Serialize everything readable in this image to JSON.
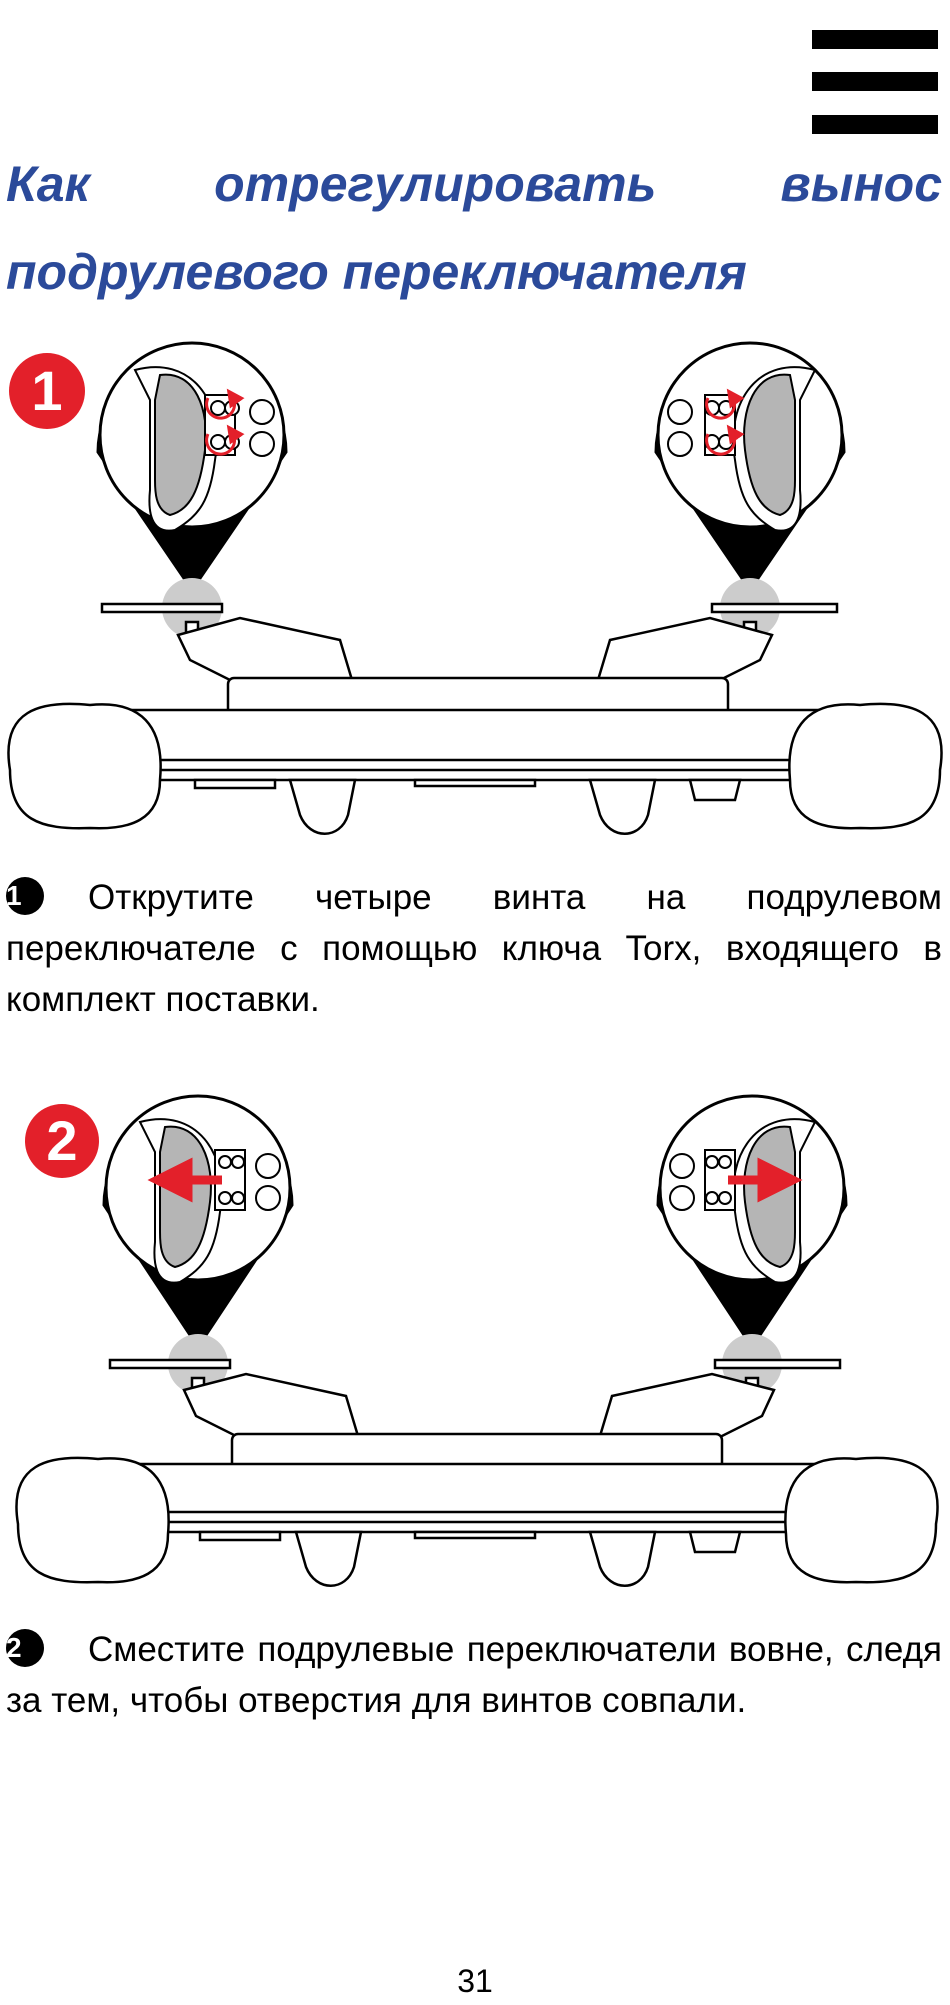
{
  "header": {
    "menu_icon": "hamburger-menu-icon"
  },
  "title": "Как отрегулировать вынос подрулевого переключателя",
  "steps": [
    {
      "badge": "1",
      "bullet": "1",
      "text": "Открутите четыре винта на подрулевом переключателе с помощью ключа Torx, входящего в комплект поставки.",
      "illustration": "unscrew-paddle-screws"
    },
    {
      "badge": "2",
      "bullet": "2",
      "text": "Сместите подрулевые переключатели вовне, следя за тем, чтобы отверстия для винтов совпали.",
      "illustration": "move-paddles-outward"
    }
  ],
  "page_number": "31",
  "colors": {
    "title": "#2b4a9a",
    "badge": "#e3202a",
    "arrow": "#e3202a",
    "paddle": "#b5b5b5"
  }
}
